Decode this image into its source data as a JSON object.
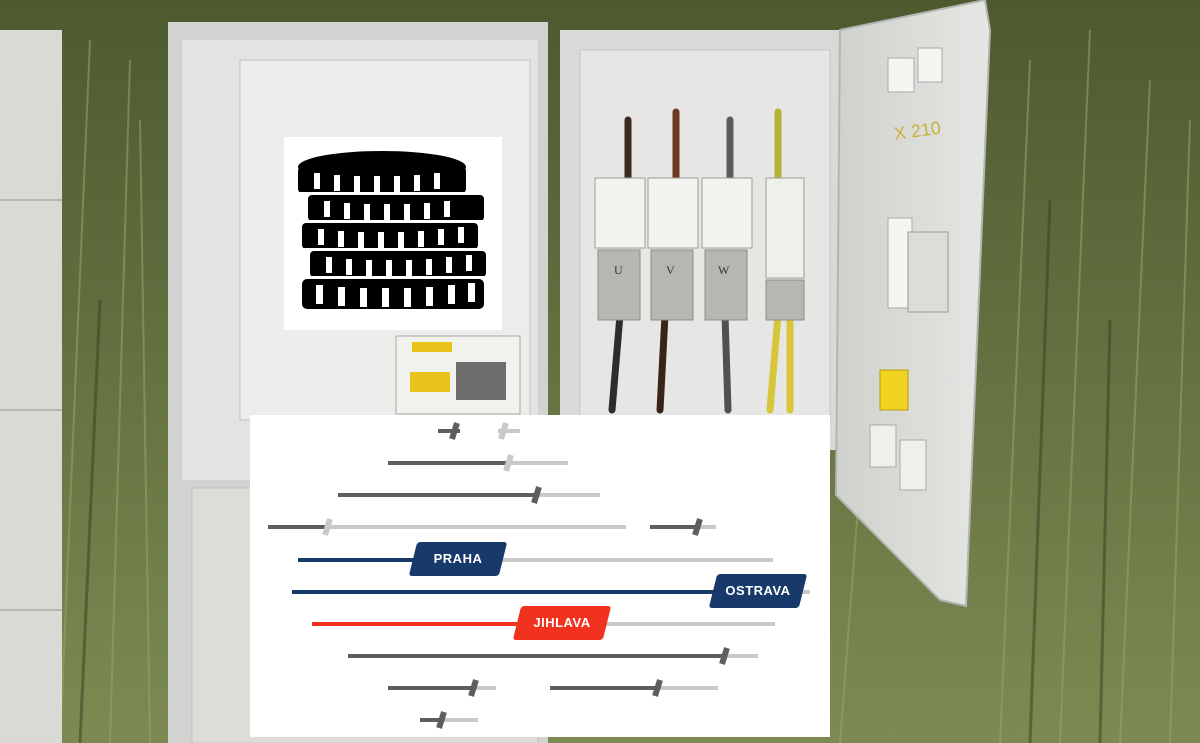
{
  "cabinet": {
    "door_marking": "X 210",
    "phase_labels": [
      "U",
      "V",
      "W"
    ],
    "colors": {
      "cabinet": "#d8d9d6",
      "cabinet_shadow": "#b9bbb7",
      "grass": "#6f7d4a",
      "grass_dark": "#3f4a27"
    }
  },
  "icons": {
    "coins": "coins-stack-icon"
  },
  "route": {
    "cities": [
      {
        "key": "praha",
        "label": "PRAHA",
        "color": "#173a6b"
      },
      {
        "key": "ostrava",
        "label": "OSTRAVA",
        "color": "#173a6b"
      },
      {
        "key": "jihlava",
        "label": "JIHLAVA",
        "color": "#f0321e"
      }
    ],
    "colors": {
      "track_dark": "#5e5e5e",
      "track_light": "#c9c9c9",
      "navy": "#173a6b",
      "red": "#f0321e"
    }
  }
}
